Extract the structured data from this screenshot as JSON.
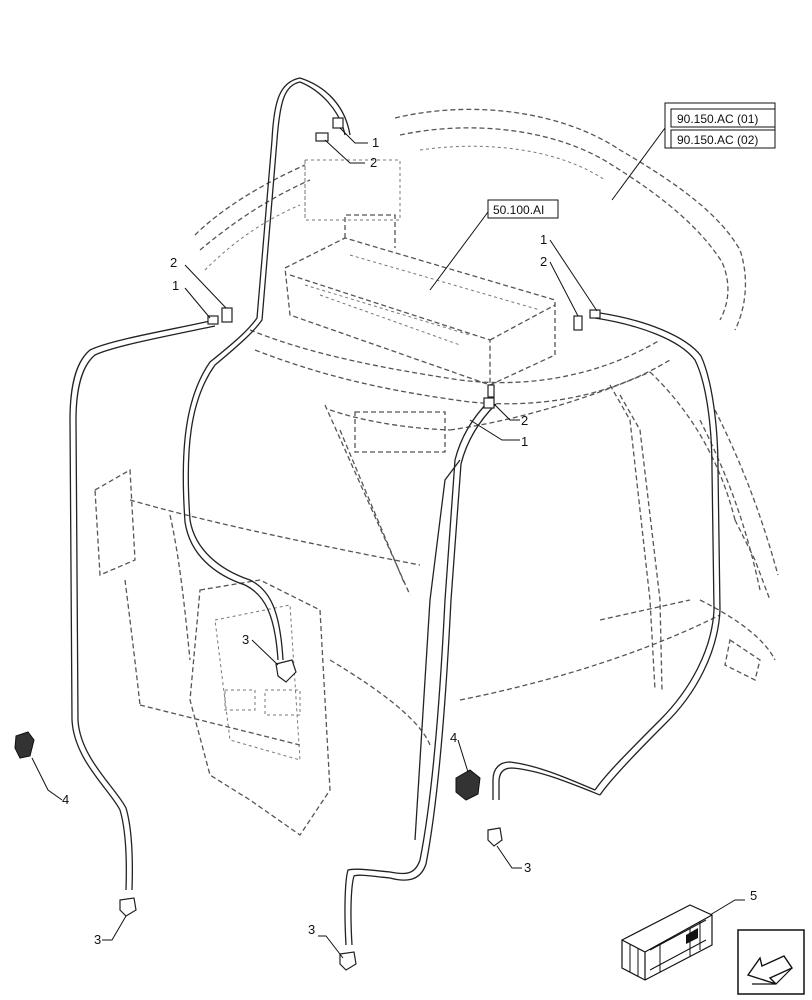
{
  "references": {
    "cab_ref_1": "90.150.AC (01)",
    "cab_ref_2": "90.150.AC (02)",
    "hvac_ref": "50.100.AI"
  },
  "callouts": {
    "c1_top": "1",
    "c2_top": "2",
    "c2_left": "2",
    "c1_left": "1",
    "c1_right": "1",
    "c2_right": "2",
    "c2_mid": "2",
    "c1_mid": "1",
    "c3_center": "3",
    "c4_left": "4",
    "c4_mid": "4",
    "c3_right": "3",
    "c3_bottom_left": "3",
    "c3_bottom_mid": "3",
    "c5_kit": "5"
  },
  "icons": {
    "kit_box": "wooden-crate-icon",
    "nav_arrow": "arrow-nav-icon"
  }
}
